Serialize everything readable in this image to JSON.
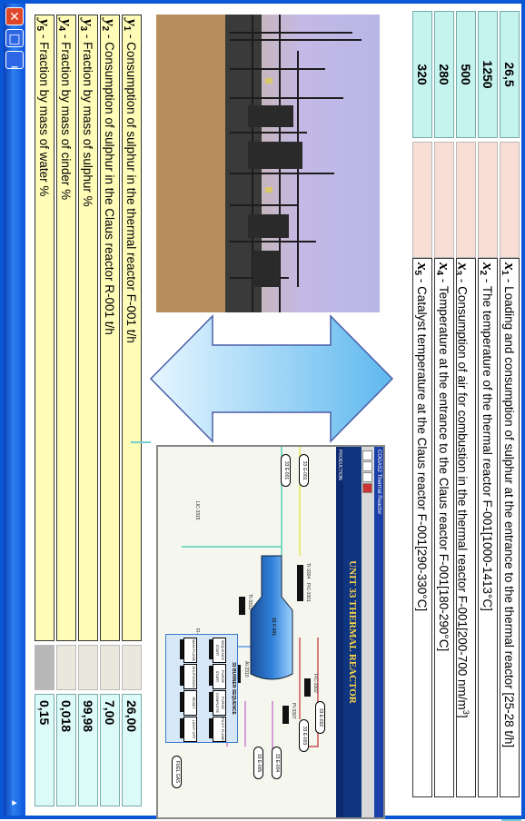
{
  "window": {
    "close_glyph": "✕",
    "maximize_glyph": "□",
    "minimize_glyph": "_",
    "system_glyph": "▸"
  },
  "inputs": [
    {
      "var": "x",
      "sub": "1",
      "label": "Loading and consumption of sulphur at the entrance to the thermal reactor [25-28 t/h]",
      "value": "26,5"
    },
    {
      "var": "x",
      "sub": "2",
      "label": "The temperature of the thermal reactor F-001[1000-1413°C]",
      "value": "1250"
    },
    {
      "var": "x",
      "sub": "3",
      "label": "Consumption of air for combustion in the thermal reactor F-001[200-700 nm/m",
      "unit_sup": "3",
      "label_end": "]",
      "value": "500"
    },
    {
      "var": "x",
      "sub": "4",
      "label": "Temperature at the entrance to the Claus reactor F-001[180-290°C]",
      "value": "280"
    },
    {
      "var": "x",
      "sub": "5",
      "label": "Catalyst temperature at the Claus reactor F-001[290-330°C]",
      "value": "320"
    }
  ],
  "outputs": [
    {
      "var": "y",
      "sub": "1",
      "label": "Consumption of sulphur in the thermal reactor F-001 t/h",
      "value": "26,00"
    },
    {
      "var": "y",
      "sub": "2",
      "label": "Consumption of sulphur in the Claus reactor R-001 t/h",
      "value": "7,00"
    },
    {
      "var": "y",
      "sub": "3",
      "label": "Fraction by mass of sulphur %",
      "value": "99,98"
    },
    {
      "var": "y",
      "sub": "4",
      "label": "Fraction by mass of cinder %",
      "value": "0,018"
    },
    {
      "var": "y",
      "sub": "5",
      "label": "Fraction by mass of water %",
      "value": "0,15"
    }
  ],
  "scada": {
    "title_bar": "COGAS2 Thermal Reactor",
    "header": "UNIT 33 THERMAL REACTOR",
    "sub": "PRODUCTION",
    "panel_title": "33 BURNER SEQUENCE",
    "reactor_label": "33 F-001",
    "pills": [
      "33 G-001",
      "33 E-001",
      "33 E-002",
      "33 E-003",
      "33 E-004",
      "33 E-005",
      "FUEL GAS"
    ],
    "tags": [
      "TI-3304",
      "FIC-3301",
      "FIC-3302",
      "PI-3307",
      "AI-3310",
      "TI-3312",
      "LIC-3315",
      "FI-3318"
    ],
    "cells": [
      "SEQUENCE START",
      "PURGE START",
      "PURGE COMPLETE",
      "PILOT FLAME",
      "MAIN FLAME",
      "SHUTDOWN",
      "RESET",
      "LIGHT OFF"
    ]
  }
}
